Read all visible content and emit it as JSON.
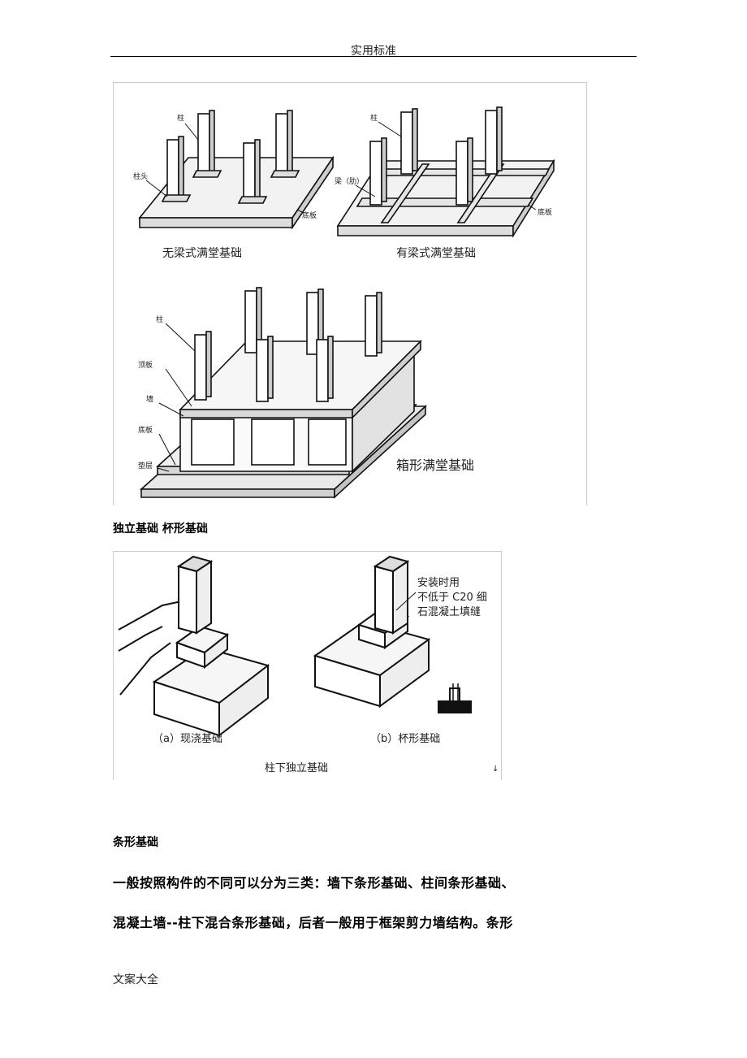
{
  "header": {
    "title": "实用标准"
  },
  "figure1": {
    "panel_a": {
      "caption": "无梁式满堂基础",
      "labels": {
        "column": "柱",
        "column_head": "柱头",
        "base_plate": "底板"
      }
    },
    "panel_b": {
      "caption": "有梁式满堂基础",
      "labels": {
        "column": "柱",
        "beam": "梁（肋）",
        "base_plate": "底板"
      }
    },
    "panel_c": {
      "caption": "箱形满堂基础",
      "labels": {
        "column": "柱",
        "top_plate": "顶板",
        "wall": "墙",
        "base_plate": "底板",
        "cushion": "垫层"
      }
    }
  },
  "section_isolated": {
    "heading": "独立基础 杯形基础"
  },
  "figure2": {
    "annotation_lines": [
      "安装时用",
      "不低于 C20 细",
      "石混凝土填缝"
    ],
    "caption_a": "（a）现浇基础",
    "caption_b": "（b）杯形基础",
    "title": "柱下独立基础",
    "mark": "↓"
  },
  "section_strip": {
    "heading": "条形基础",
    "para_line1": "一般按照构件的不同可以分为三类：墙下条形基础、柱间条形基础、",
    "para_line2": "混凝土墙--柱下混合条形基础，后者一般用于框架剪力墙结构。条形"
  },
  "footer": {
    "text": "文案大全"
  }
}
